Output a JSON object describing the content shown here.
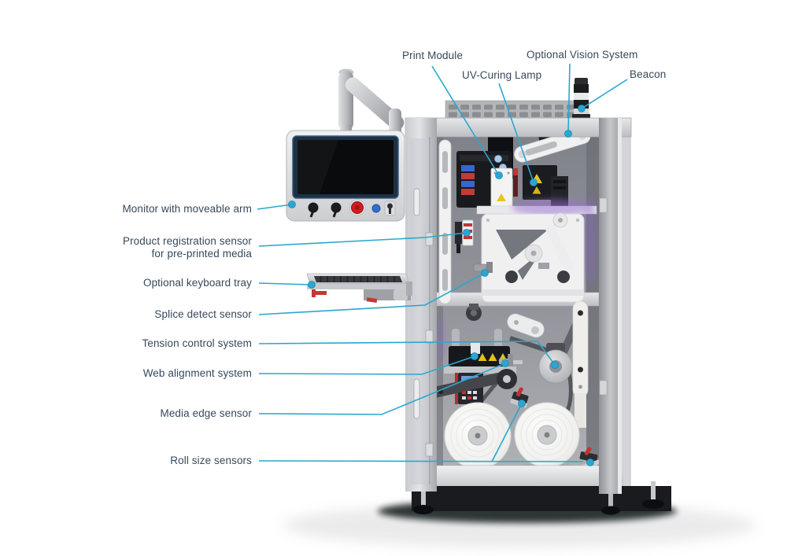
{
  "figure": {
    "type": "annotated-machine-diagram",
    "description": "Digital label press cabinet shown open with component callouts"
  },
  "colors": {
    "accent": "#2aa7d0",
    "label_text": "#37495c"
  },
  "callouts": {
    "items": [
      {
        "id": "print-module",
        "label": "Print Module"
      },
      {
        "id": "uv-curing-lamp",
        "label": "UV-Curing Lamp"
      },
      {
        "id": "optional-vision-system",
        "label": "Optional Vision System"
      },
      {
        "id": "beacon",
        "label": "Beacon"
      },
      {
        "id": "monitor-arm",
        "label": "Monitor with moveable arm"
      },
      {
        "id": "product-registration-sensor",
        "label": "Product registration sensor\nfor pre-printed media"
      },
      {
        "id": "optional-keyboard-tray",
        "label": "Optional keyboard tray"
      },
      {
        "id": "splice-detect-sensor",
        "label": "Splice detect sensor"
      },
      {
        "id": "tension-control-system",
        "label": "Tension control system"
      },
      {
        "id": "web-alignment-system",
        "label": "Web alignment system"
      },
      {
        "id": "media-edge-sensor",
        "label": "Media edge sensor"
      },
      {
        "id": "roll-size-sensors",
        "label": "Roll size sensors"
      }
    ]
  }
}
